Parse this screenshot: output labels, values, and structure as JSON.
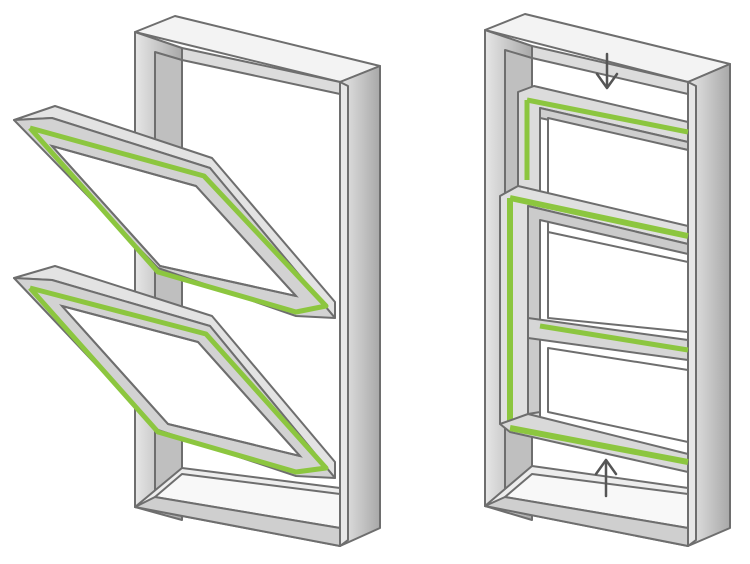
{
  "figure": {
    "panels": [
      {
        "id": "left",
        "sash_count": 2,
        "sash_state": "tilted-out"
      },
      {
        "id": "right",
        "sash_count": 2,
        "sash_state": "closed",
        "arrows": [
          "down-arrow-icon",
          "up-arrow-icon"
        ]
      }
    ],
    "colors": {
      "frame_light": "#efefef",
      "frame_mid": "#cfcfcf",
      "frame_dark": "#9e9e9e",
      "outline": "#6e6e6e",
      "seal": "#8cc63f",
      "arrow": "#555555"
    }
  }
}
